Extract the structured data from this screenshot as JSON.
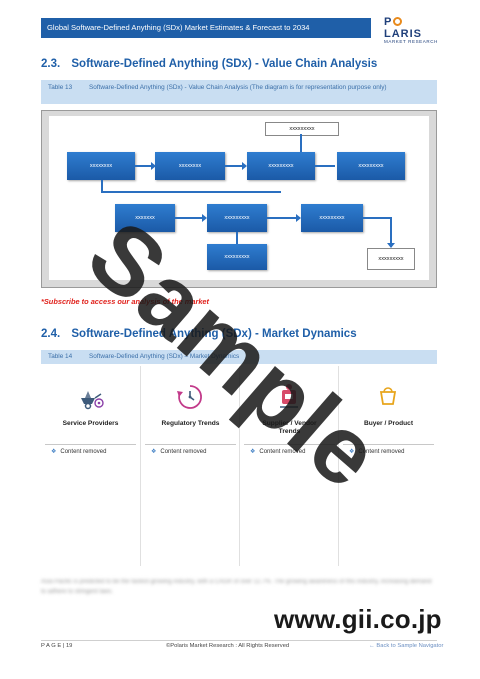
{
  "header": {
    "title": "Global Software-Defined Anything (SDx) Market Estimates & Forecast to 2034",
    "logo_name": "POLARIS",
    "logo_sub": "MARKET RESEARCH"
  },
  "section_value_chain": {
    "number": "2.3.",
    "title": "Software-Defined Anything (SDx) - Value Chain Analysis",
    "table_label": "Table 13",
    "table_caption": "Software-Defined Anything (SDx) - Value Chain Analysis (The diagram is for representation purpose only)",
    "subscribe_note": "*Subscribe to access our analysis of the market",
    "nodes": [
      "xxxxxxxxx",
      "xxxxxxxx",
      "xxxxxxxx",
      "xxxxxxxxx",
      "xxxxxxxxx",
      "xxxxxxx",
      "xxxxxxxxx",
      "xxxxxxxxx",
      "xxxxxxxxx",
      "xxxxxxxxx"
    ]
  },
  "section_dynamics": {
    "number": "2.4.",
    "title": "Software-Defined Anything (SDx) - Market Dynamics",
    "table_label": "Table 14",
    "table_caption": "Software-Defined Anything (SDx) – Market Dynamics",
    "columns": [
      {
        "title": "Service Providers",
        "item": "Content removed",
        "icon": "wheelbarrow-icon"
      },
      {
        "title": "Regulatory Trends",
        "item": "Content removed",
        "icon": "clock-cycle-icon"
      },
      {
        "title": "Supplier / Vendor Trends",
        "item": "Content removed",
        "icon": "supplier-vendor-icon"
      },
      {
        "title": "Buyer / Product",
        "item": "Content removed",
        "icon": "buyer-product-icon"
      }
    ],
    "blurred_text": "Asia Pacific is predicted to be the fastest-growing industry, with a CAGR of over 12.7%. The growing awareness of this industry, increasing demand to adhere to stringent laws."
  },
  "footer": {
    "page_label": "P A G E  |",
    "page_number": "19",
    "copyright": "©Polaris Market Research : All Rights Reserved",
    "nav_link": "← Back to Sample Navigator"
  },
  "watermark": {
    "text": "Sample",
    "site": "www.gii.co.jp"
  },
  "colors": {
    "accent_blue": "#1f5fa8",
    "table_bar": "#c9def2",
    "logo_orange": "#e88a1c",
    "subscribe_red": "#e0201b"
  }
}
